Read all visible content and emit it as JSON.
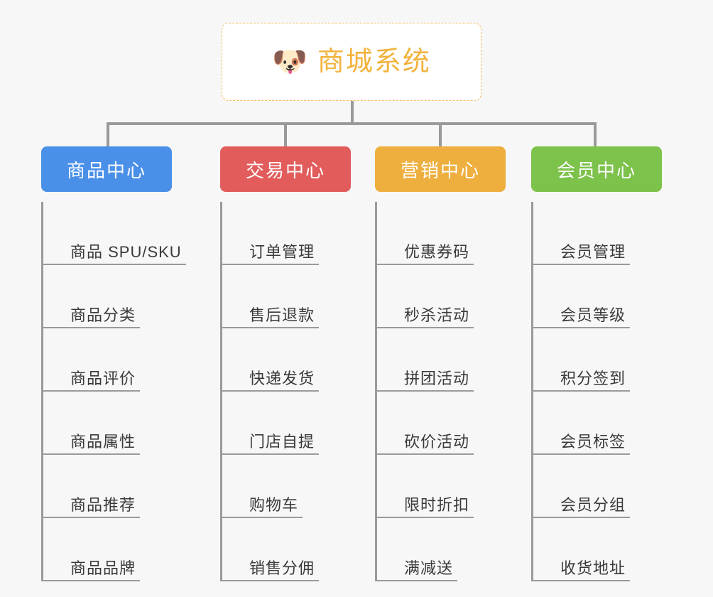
{
  "root": {
    "icon": "dog-face-emoji",
    "emoji": "🐶",
    "title": "商城系统",
    "color": "#f2b33d",
    "border_color": "#f0bc5e"
  },
  "canvas": {
    "background": "#f7f7f7",
    "line_color": "#9a9a9a"
  },
  "branches": [
    {
      "label": "商品中心",
      "color": "#4a90e8",
      "items": [
        "商品 SPU/SKU",
        "商品分类",
        "商品评价",
        "商品属性",
        "商品推荐",
        "商品品牌"
      ]
    },
    {
      "label": "交易中心",
      "color": "#e25c5c",
      "items": [
        "订单管理",
        "售后退款",
        "快递发货",
        "门店自提",
        "购物车",
        "销售分佣"
      ]
    },
    {
      "label": "营销中心",
      "color": "#eeaf3e",
      "items": [
        "优惠券码",
        "秒杀活动",
        "拼团活动",
        "砍价活动",
        "限时折扣",
        "满减送"
      ]
    },
    {
      "label": "会员中心",
      "color": "#7cc24b",
      "items": [
        "会员管理",
        "会员等级",
        "积分签到",
        "会员标签",
        "会员分组",
        "收货地址"
      ]
    }
  ]
}
